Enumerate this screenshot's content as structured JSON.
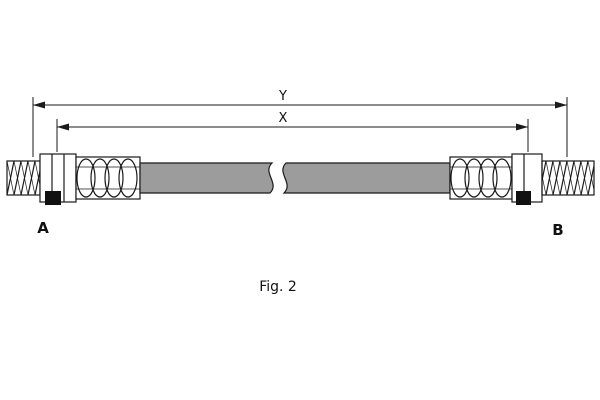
{
  "figure": {
    "caption": "Fig. 2",
    "left_end_label": "A",
    "right_end_label": "B",
    "outer_dimension_label": "Y",
    "inner_dimension_label": "X"
  },
  "colors": {
    "line": "#1a1a1a",
    "hose_fill": "#9c9c9c",
    "background": "#ffffff"
  }
}
